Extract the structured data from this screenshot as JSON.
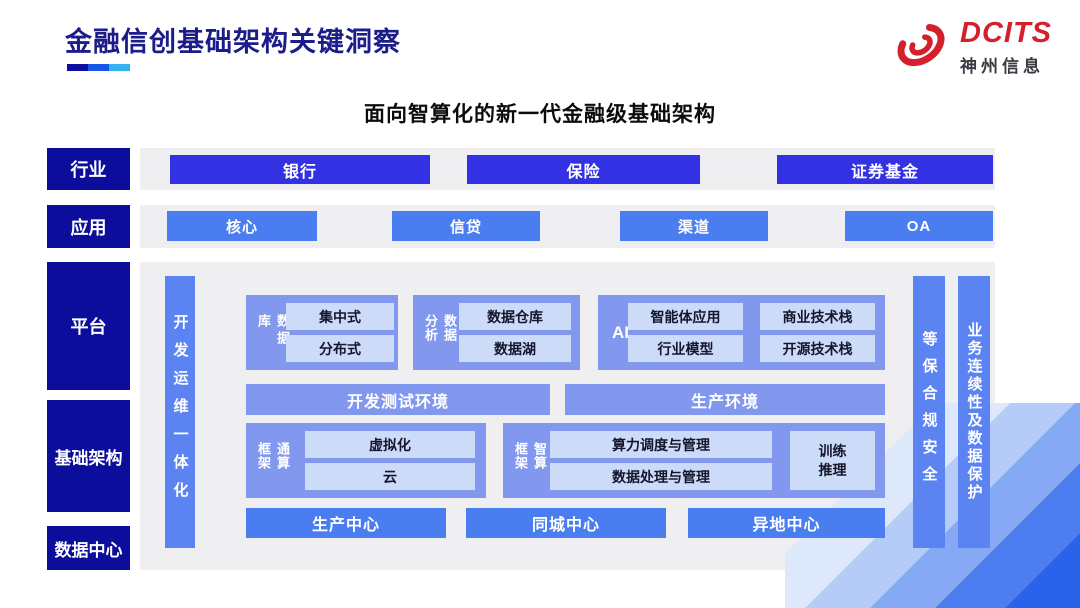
{
  "header": {
    "title": "金融信创基础架构关键洞察",
    "logo": {
      "brand": "DCITS",
      "company": "神州信息"
    }
  },
  "diagram": {
    "subtitle": "面向智算化的新一代金融级基础架构",
    "sidebar": [
      {
        "label": "行业"
      },
      {
        "label": "应用"
      },
      {
        "label": "平台"
      },
      {
        "label": "基础架构"
      },
      {
        "label": "数据中心"
      }
    ],
    "industry_row": [
      "银行",
      "保险",
      "证券基金"
    ],
    "app_row": [
      "核心",
      "信贷",
      "渠道",
      "OA"
    ],
    "platform": {
      "devops_bar": "开发运维一体化",
      "database": {
        "label": "数据库",
        "items": [
          "集中式",
          "分布式"
        ]
      },
      "analytics": {
        "label": "数据分析",
        "items": [
          "数据仓库",
          "数据湖"
        ]
      },
      "ai": {
        "label": "AI",
        "items": [
          "智能体应用",
          "商业技术栈",
          "行业模型",
          "开源技术栈"
        ]
      },
      "environments": [
        "开发测试环境",
        "生产环境"
      ],
      "general_compute": {
        "label": "通算框架",
        "items": [
          "虚拟化",
          "云"
        ]
      },
      "intelligent_compute": {
        "label": "智算框架",
        "items": [
          "算力调度与管理",
          "数据处理与管理"
        ],
        "side": "训练\n推理"
      },
      "centers": [
        "生产中心",
        "同城中心",
        "异地中心"
      ],
      "security_bar": "等保合规安全",
      "continuity_bar": "业务连续性及数据保护"
    }
  },
  "colors": {
    "sidebar_navy": "#0d0d9b",
    "industry_blue": "#3232e4",
    "app_blue": "#4a7df0",
    "container_periwinkle": "#8298ee",
    "pillar_blue": "#5b84f2",
    "light_box": "#cbdbf8",
    "brand_red": "#d41f2c",
    "panel_gray": "#efeff2",
    "title_navy": "#1c1c8a"
  }
}
